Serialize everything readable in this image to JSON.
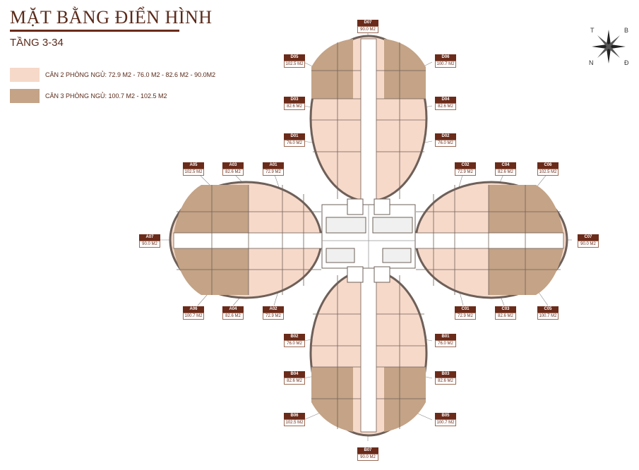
{
  "title": "MẶT BẰNG ĐIỂN HÌNH",
  "subtitle": "TẦNG 3-34",
  "legend": [
    {
      "text": "CĂN 2 PHÒNG NGỦ: 72.9 M2 - 76.0 M2 - 82.6 M2 - 90.0M2",
      "color": "#f6d9c9"
    },
    {
      "text": "CĂN 3 PHÒNG NGỦ: 100.7 M2 - 102.5 M2",
      "color": "#c4a386"
    }
  ],
  "compass": {
    "n1": "T",
    "n2": "B",
    "n3": "N",
    "n4": "Đ"
  },
  "colors": {
    "two_bed": "#f6d9c9",
    "three_bed": "#c4a386",
    "accent": "#6b2b1a",
    "core": "#ffffff",
    "wall": "#6e6059"
  },
  "units": {
    "D07": {
      "code": "D07",
      "area": "90.0 M2"
    },
    "D05": {
      "code": "D05",
      "area": "102.5 M2"
    },
    "D06": {
      "code": "D06",
      "area": "100.7 M2"
    },
    "D03": {
      "code": "D03",
      "area": "82.6 M2"
    },
    "D04": {
      "code": "D04",
      "area": "82.6 M2"
    },
    "D01": {
      "code": "D01",
      "area": "76.0 M2"
    },
    "D02": {
      "code": "D02",
      "area": "76.0 M2"
    },
    "A05": {
      "code": "A05",
      "area": "102.5 M2"
    },
    "A03": {
      "code": "A03",
      "area": "82.6 M2"
    },
    "A01": {
      "code": "A01",
      "area": "72.9 M2"
    },
    "C02": {
      "code": "C02",
      "area": "72.9 M2"
    },
    "C04": {
      "code": "C04",
      "area": "82.6 M2"
    },
    "C06": {
      "code": "C06",
      "area": "102.5 M2"
    },
    "A07": {
      "code": "A07",
      "area": "90.0 M2"
    },
    "C07": {
      "code": "C07",
      "area": "90.0 M2"
    },
    "A06": {
      "code": "A06",
      "area": "100.7 M2"
    },
    "A04": {
      "code": "A04",
      "area": "82.6 M2"
    },
    "A02": {
      "code": "A02",
      "area": "72.9 M2"
    },
    "C01": {
      "code": "C01",
      "area": "72.9 M2"
    },
    "C03": {
      "code": "C03",
      "area": "82.6 M2"
    },
    "C05": {
      "code": "C05",
      "area": "100.7 M2"
    },
    "B02": {
      "code": "B02",
      "area": "76.0 M2"
    },
    "B01": {
      "code": "B01",
      "area": "76.0 M2"
    },
    "B04": {
      "code": "B04",
      "area": "82.6 M2"
    },
    "B03": {
      "code": "B03",
      "area": "82.6 M2"
    },
    "B06": {
      "code": "B06",
      "area": "102.5 M2"
    },
    "B05": {
      "code": "B05",
      "area": "100.7 M2"
    },
    "B07": {
      "code": "B07",
      "area": "90.0 M2"
    }
  }
}
